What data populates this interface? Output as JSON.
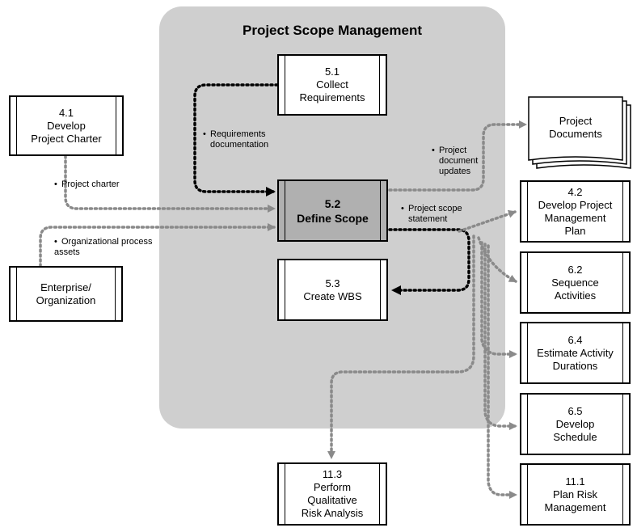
{
  "title": "Project Scope Management",
  "processes": {
    "collect": {
      "num": "5.1",
      "line1": "Collect",
      "line2": "Requirements"
    },
    "define": {
      "num": "5.2",
      "line1": "Define Scope"
    },
    "wbs": {
      "num": "5.3",
      "line1": "Create WBS"
    },
    "charter": {
      "num": "4.1",
      "line1": "Develop",
      "line2": "Project Charter"
    },
    "enterprise": {
      "line1": "Enterprise/",
      "line2": "Organization"
    },
    "pmplan": {
      "num": "4.2",
      "line1": "Develop Project",
      "line2": "Management",
      "line3": "Plan"
    },
    "sequence": {
      "num": "6.2",
      "line1": "Sequence",
      "line2": "Activities"
    },
    "durations": {
      "num": "6.4",
      "line1": "Estimate Activity",
      "line2": "Durations"
    },
    "schedule": {
      "num": "6.5",
      "line1": "Develop",
      "line2": "Schedule"
    },
    "risk": {
      "num": "11.1",
      "line1": "Plan Risk",
      "line2": "Management"
    },
    "qualitative": {
      "num": "11.3",
      "line1": "Perform",
      "line2": "Qualitative",
      "line3": "Risk Analysis"
    }
  },
  "documents": {
    "line1": "Project",
    "line2": "Documents"
  },
  "labels": {
    "req_doc": [
      "Requirements",
      "documentation"
    ],
    "charter": "Project charter",
    "opa": [
      "Organizational process",
      "assets"
    ],
    "doc_updates": [
      "Project",
      "document",
      "updates"
    ],
    "scope_stmt": [
      "Project scope",
      "statement"
    ]
  },
  "bullet": "•",
  "colors": {
    "region": "#cfcfcf",
    "highlight": "#b0b0b0",
    "external_flow": "#8a8a8a",
    "internal_flow": "#000000"
  }
}
